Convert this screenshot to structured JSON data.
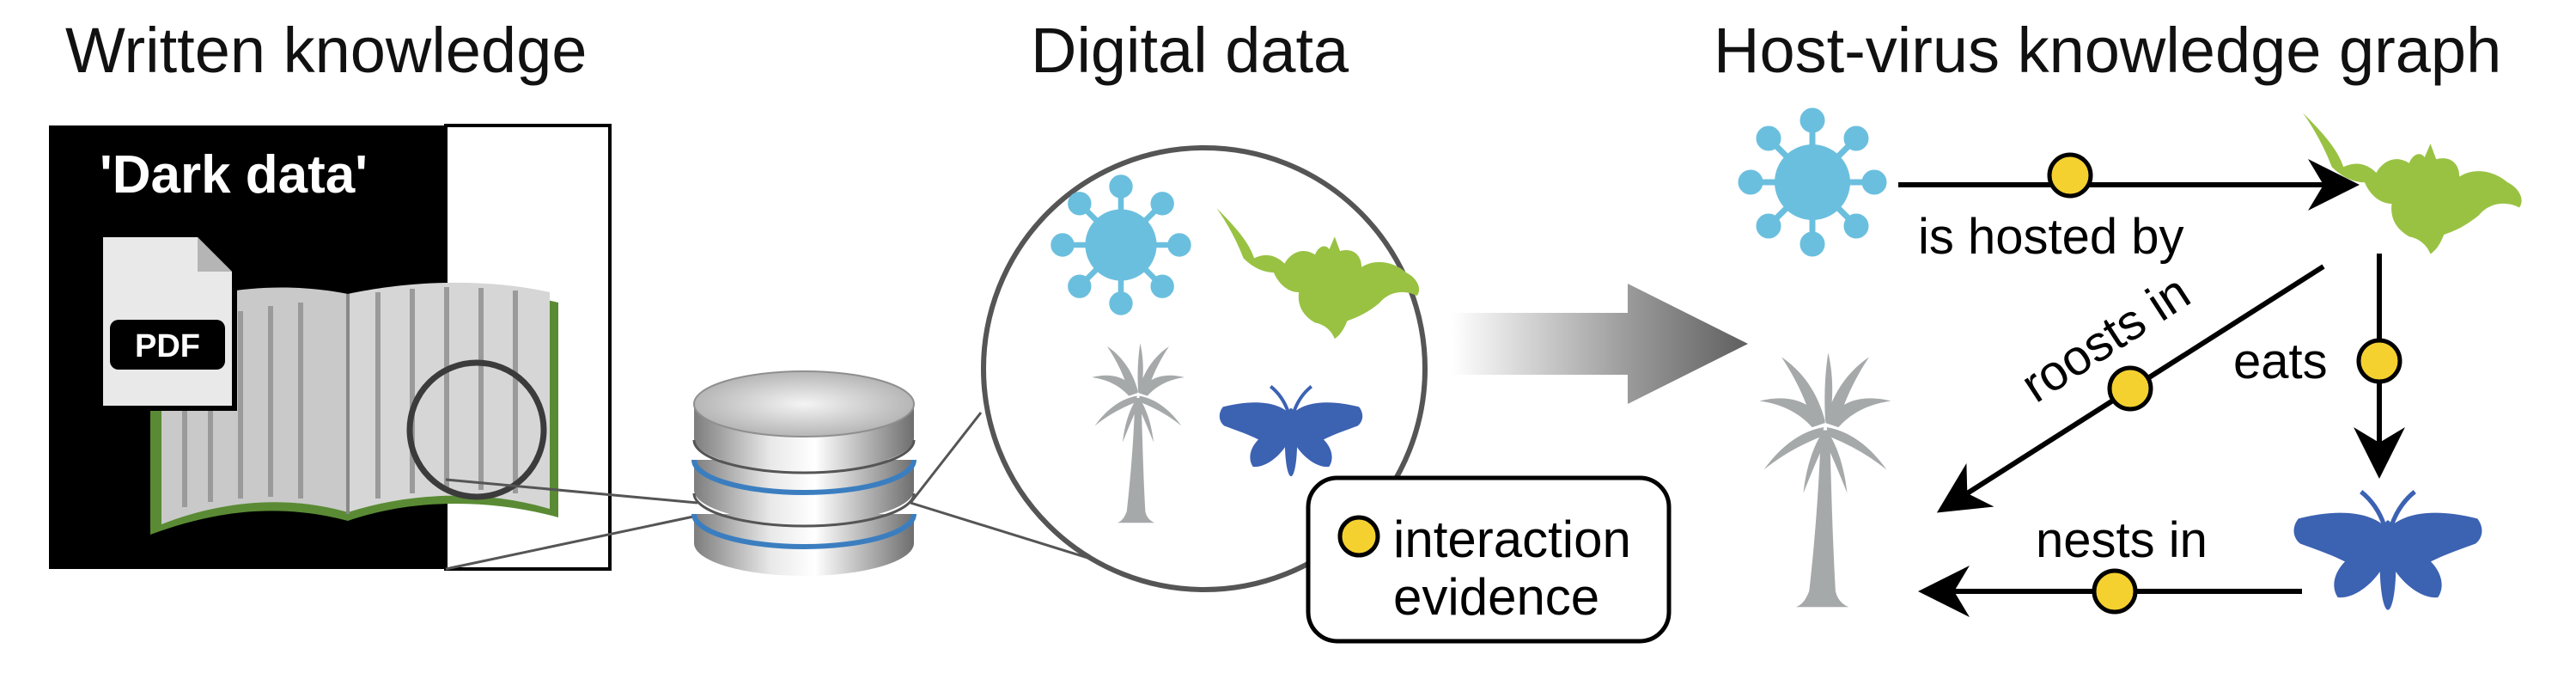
{
  "sections": {
    "written": "Written knowledge",
    "digital": "Digital data",
    "graph": "Host-virus knowledge graph"
  },
  "dark_data_label": "'Dark data'",
  "pdf_label": "PDF",
  "legend": {
    "line1": "interaction",
    "line2": "evidence"
  },
  "edges": {
    "hosted_by": "is hosted by",
    "eats": "eats",
    "roosts_in": "roosts in",
    "nests_in": "nests in"
  },
  "entities": {
    "virus": "virus-icon",
    "bat": "bat-icon",
    "moth": "moth-icon",
    "palm": "palm-tree-icon"
  },
  "colors": {
    "virus": "#6bbfde",
    "bat": "#99c243",
    "moth": "#3c62b2",
    "palm": "#a6a9aa",
    "evidence": "#f5d130"
  }
}
